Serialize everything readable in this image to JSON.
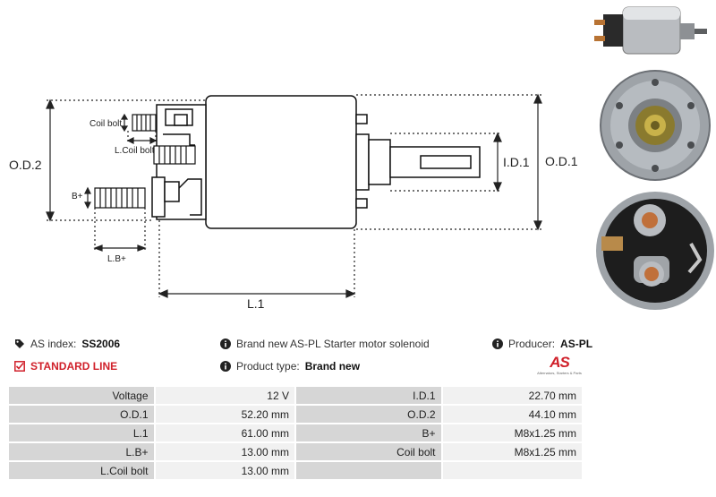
{
  "diagram": {
    "labels": {
      "od2": "O.D.2",
      "od1": "O.D.1",
      "id1": "I.D.1",
      "l1": "L.1",
      "lb": "L.B+",
      "bplus": "B+",
      "coil_bolt": "Coil bolt",
      "lcoil_bolt": "L.Coil bolt"
    }
  },
  "info": {
    "as_index_label": "AS index:",
    "as_index_value": "SS2006",
    "standard_line": "STANDARD LINE",
    "description": "Brand new AS-PL Starter motor solenoid",
    "product_type_label": "Product type:",
    "product_type_value": "Brand new",
    "producer_label": "Producer:",
    "producer_value": "AS-PL"
  },
  "brand": {
    "logo_text": "AS",
    "tagline": "Alternators, Starters & Parts"
  },
  "specs": [
    {
      "l_label": "Voltage",
      "l_value": "12 V",
      "r_label": "I.D.1",
      "r_value": "22.70 mm"
    },
    {
      "l_label": "O.D.1",
      "l_value": "52.20 mm",
      "r_label": "O.D.2",
      "r_value": "44.10 mm"
    },
    {
      "l_label": "L.1",
      "l_value": "61.00 mm",
      "r_label": "B+",
      "r_value": "M8x1.25 mm"
    },
    {
      "l_label": "L.B+",
      "l_value": "13.00 mm",
      "r_label": "Coil bolt",
      "r_value": "M8x1.25 mm"
    },
    {
      "l_label": "L.Coil bolt",
      "l_value": "13.00 mm",
      "r_label": "",
      "r_value": ""
    }
  ],
  "colors": {
    "accent_red": "#d0202a",
    "label_cell": "#d6d6d6",
    "value_cell": "#f1f1f1"
  },
  "icons": [
    "tag-icon",
    "checkbox-icon",
    "info-icon",
    "info-icon",
    "info-icon"
  ]
}
